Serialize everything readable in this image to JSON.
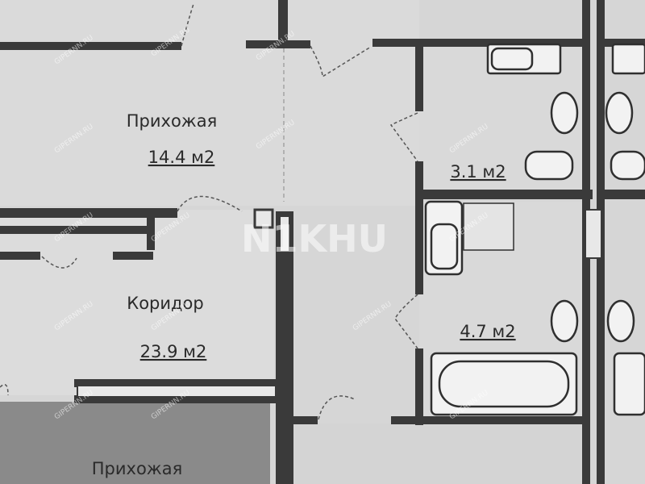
{
  "rooms": [
    {
      "name": "Прихожая",
      "area": "14.4 м2"
    },
    {
      "name": "",
      "area": "3.1 м2"
    },
    {
      "name": "",
      "area": "4.7 м2"
    },
    {
      "name": "Коридор",
      "area": "23.9 м2"
    },
    {
      "name": "Прихожая",
      "area": ""
    }
  ],
  "watermark": {
    "logo": "N1KHU",
    "text": "GIPERNN.RU"
  },
  "colors": {
    "background": "#d6d6d6",
    "wall": "#3a3a3a",
    "fixture": "#f2f2f2",
    "lower_room": "#8a8a8a"
  }
}
